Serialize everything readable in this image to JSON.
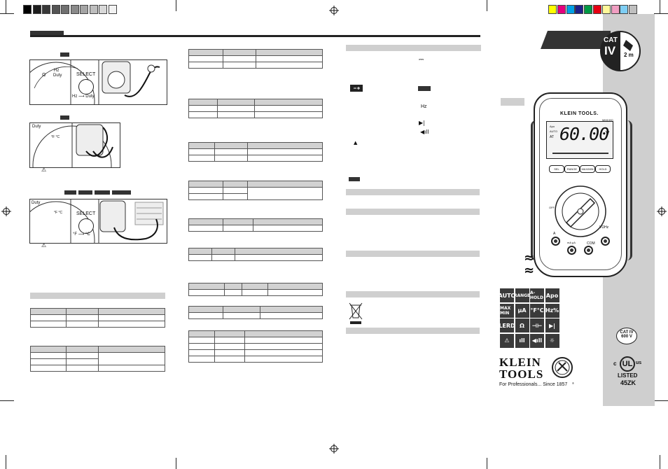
{
  "colors": {
    "gray_bar": [
      "#000000",
      "#1c1c1c",
      "#383838",
      "#545454",
      "#707070",
      "#8a8a8a",
      "#a4a4a4",
      "#bebebe",
      "#d8d8d8",
      "#f2f2f2"
    ],
    "color_bar": [
      "#ffff00",
      "#e5007e",
      "#00a0e6",
      "#1d2088",
      "#009944",
      "#e60012",
      "#fff799",
      "#f19ec2",
      "#7ecef4",
      "#bfbfbf"
    ],
    "section_gray": "#cfcfcf",
    "dark": "#333333"
  },
  "dial": {
    "select": "SELECT",
    "hz": "Hz",
    "duty": "Duty",
    "hz_duty": "Hz ⟶ Duty",
    "temp": "°F ⟶ °C",
    "temp_unit": "°F °C",
    "ohm": "Ω"
  },
  "meter": {
    "brand": "KLEIN TOOLS.",
    "model": "MM1000",
    "reading": "60.00",
    "unit": "V",
    "lcd_apo": "Apo",
    "lcd_auto": "AUTO",
    "lcd_at": "AT",
    "buttons": [
      "SEL",
      "RANGE",
      "MAX/MIN",
      "HOLD"
    ],
    "off": "OFF",
    "jack_a": "A",
    "jack_ma": "mA μA",
    "jack_com": "COM",
    "jack_v": "VΩHz"
  },
  "cat_badge": {
    "cat": "CAT",
    "iv": "IV",
    "drop": "2 m"
  },
  "approx_symbols": [
    "≈",
    "≈"
  ],
  "mid_symbols": {
    "dc": "⎓",
    "hz": "Hz"
  },
  "icon_labels": [
    "AUTO",
    "RANGE",
    "A-HOLD",
    "Apo",
    "MAX MIN",
    "μA",
    "°F°C",
    "Hz%",
    "LERD",
    "Ω",
    "⊣⊢",
    "▶|",
    "⚠",
    "ıll",
    "◀ıll",
    "☼"
  ],
  "logo": {
    "name": "KLEIN TOOLS",
    "tagline": "For Professionals... Since 1857",
    "reg": "®"
  },
  "cert": {
    "cat": "CAT IV",
    "volts": "600 V",
    "ul_c": "c",
    "ul_us": "us",
    "listed": "LISTED",
    "code": "45ZK"
  }
}
